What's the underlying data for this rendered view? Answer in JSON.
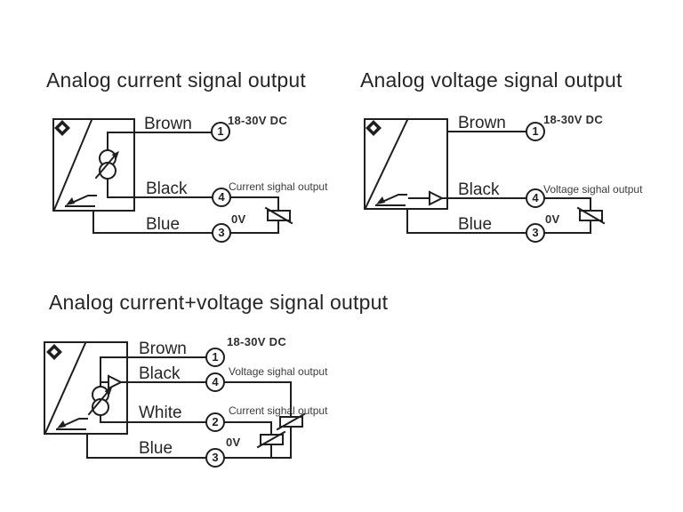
{
  "colors": {
    "background": "#ffffff",
    "line": "#1f1f1f",
    "label": "#262626",
    "annotation": "#3c3c3c"
  },
  "diagrams": [
    {
      "title": "Analog current signal output",
      "wires": [
        {
          "label": "Brown",
          "terminal": "1",
          "annotation": "18-30V DC"
        },
        {
          "label": "Black",
          "terminal": "4",
          "annotation": "Current sighal output"
        },
        {
          "label": "Blue",
          "terminal": "3",
          "annotation": "0V"
        }
      ],
      "symbols": [
        "diamond",
        "current-source",
        "output-characteristic",
        "load-resistor"
      ]
    },
    {
      "title": "Analog voltage signal output",
      "wires": [
        {
          "label": "Brown",
          "terminal": "1",
          "annotation": "18-30V DC"
        },
        {
          "label": "Black",
          "terminal": "4",
          "annotation": "Voltage sighal output"
        },
        {
          "label": "Blue",
          "terminal": "3",
          "annotation": "0V"
        }
      ],
      "symbols": [
        "diamond",
        "voltage-buffer",
        "output-characteristic",
        "load-resistor"
      ]
    },
    {
      "title": "Analog current+voltage signal output",
      "wires": [
        {
          "label": "Brown",
          "terminal": "1",
          "annotation": "18-30V DC"
        },
        {
          "label": "Black",
          "terminal": "4",
          "annotation": "Voltage sighal output"
        },
        {
          "label": "White",
          "terminal": "2",
          "annotation": "Current sighal output"
        },
        {
          "label": "Blue",
          "terminal": "3",
          "annotation": "0V"
        }
      ],
      "symbols": [
        "diamond",
        "voltage-buffer",
        "current-source",
        "output-characteristic",
        "load-resistor",
        "load-resistor"
      ]
    }
  ]
}
